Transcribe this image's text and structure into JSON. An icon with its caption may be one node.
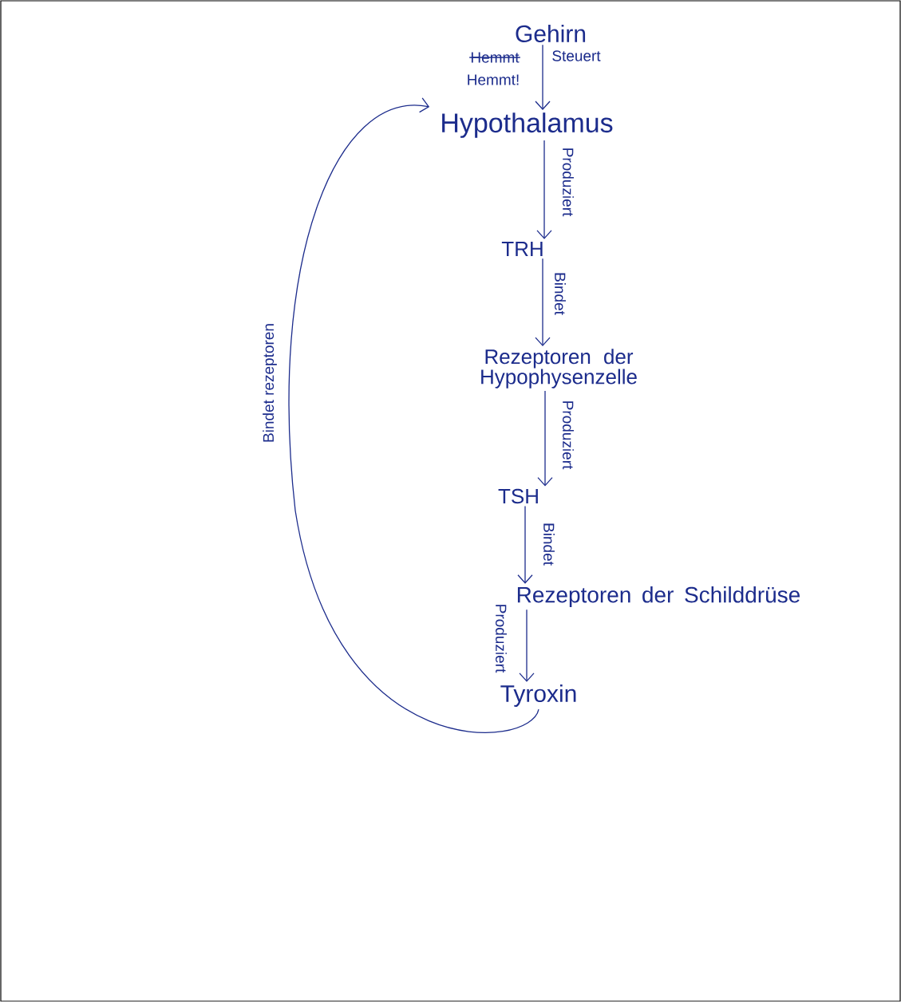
{
  "diagram": {
    "nodes": [
      {
        "text": [
          "Gehirn"
        ]
      },
      {
        "text": [
          "Hypothalamus"
        ]
      },
      {
        "text": [
          "TRH"
        ]
      },
      {
        "text": [
          "Rezeptoren der Hypophysenzelle"
        ]
      },
      {
        "text": [
          "TSH"
        ]
      },
      {
        "text": [
          "Rezeptoren der Schilddrüse"
        ]
      },
      {
        "text": [
          "Tyroxin"
        ]
      }
    ],
    "edges": [
      {
        "from": 0,
        "to": 1,
        "arrow": "to",
        "label": "Steuert"
      },
      {
        "from": 1,
        "to": 2,
        "arrow": "to",
        "label": "Produziert"
      },
      {
        "from": 2,
        "to": 3,
        "arrow": "to",
        "label": "Bindet"
      },
      {
        "from": 3,
        "to": 4,
        "arrow": "to",
        "label": "Produziert"
      },
      {
        "from": 4,
        "to": 5,
        "arrow": "to",
        "label": "Bindet"
      },
      {
        "from": 5,
        "to": 6,
        "arrow": "to",
        "label": "Produziert"
      },
      {
        "from": 6,
        "to": 1,
        "arrow": "to",
        "label": "Bindet rezeptoren"
      }
    ],
    "labels": [
      "Hemmt",
      "Hemmt!"
    ]
  }
}
